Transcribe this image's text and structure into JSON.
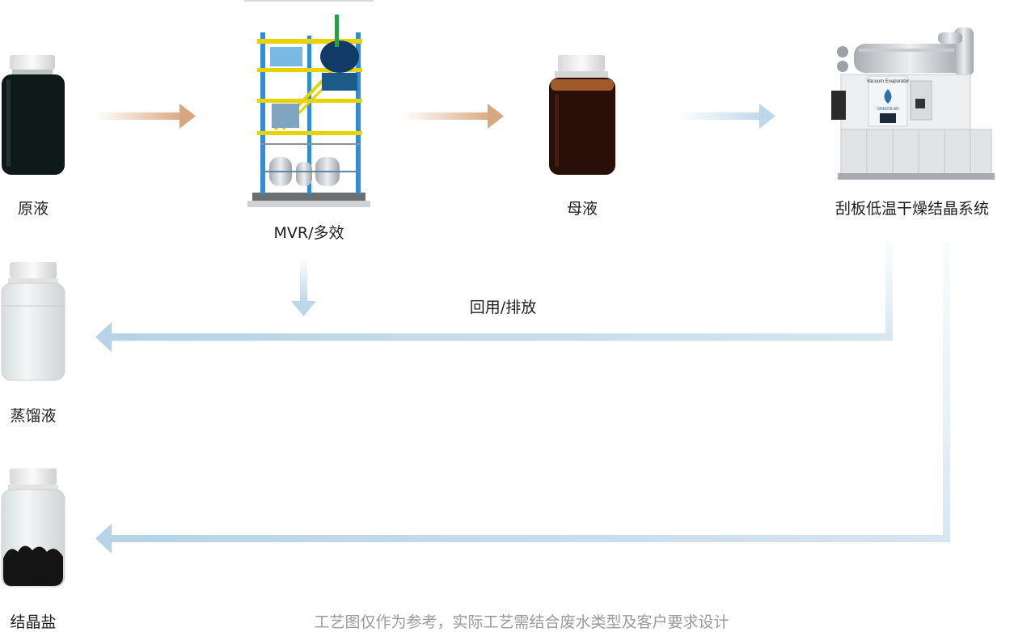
{
  "nodes": {
    "raw_liquid": "原液",
    "mvr": "MVR/多效",
    "mother_liquor": "母液",
    "scraper_dryer": "刮板低温干燥结晶系统",
    "distillate": "蒸馏液",
    "crystal_salt": "结晶盐"
  },
  "flow_label": "回用/排放",
  "dryer_panel": {
    "brand": "GREENLAN",
    "product": "Vacuum Evaporator"
  },
  "footnote": "工艺图仅作为参考，实际工艺需结合废水类型及客户要求设计",
  "colors": {
    "warm_arrow": "#d7a880",
    "cool_arrow": "#bcd7e9",
    "raw_liquid": "#0d1a18",
    "mother_liquor": "#2a0e08",
    "frame_blue": "#2e8fd8",
    "rail_yellow": "#e8d200"
  }
}
